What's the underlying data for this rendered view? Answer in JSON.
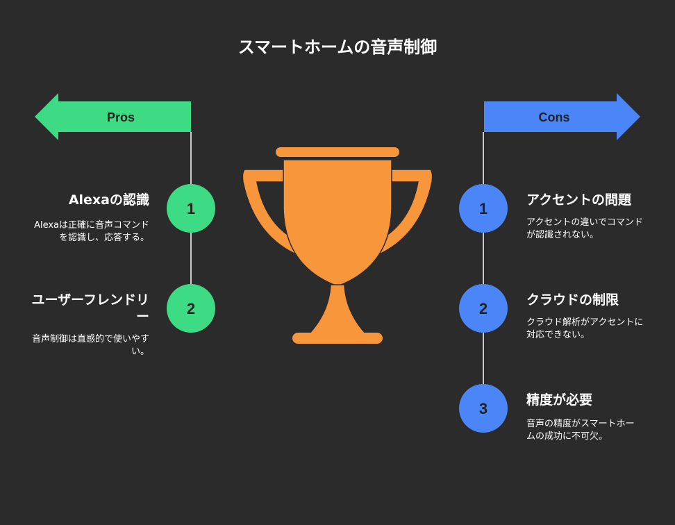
{
  "title": "スマートホームの音声制御",
  "colors": {
    "background": "#2b2b2b",
    "pros": "#3ddc84",
    "cons": "#4a86f7",
    "trophy": "#f7963b",
    "text_dark": "#222222",
    "line": "#ffffff"
  },
  "pros": {
    "label": "Pros",
    "items": [
      {
        "number": "1",
        "title": "Alexaの認識",
        "desc": "Alexaは正確に音声コマンドを認識し、応答する。"
      },
      {
        "number": "2",
        "title": "ユーザーフレンドリー",
        "desc": "音声制御は直感的で使いやすい。"
      }
    ]
  },
  "cons": {
    "label": "Cons",
    "items": [
      {
        "number": "1",
        "title": "アクセントの問題",
        "desc": "アクセントの違いでコマンドが認識されない。"
      },
      {
        "number": "2",
        "title": "クラウドの制限",
        "desc": "クラウド解析がアクセントに対応できない。"
      },
      {
        "number": "3",
        "title": "精度が必要",
        "desc": "音声の精度がスマートホームの成功に不可欠。"
      }
    ]
  },
  "icons": {
    "center": "trophy-icon"
  }
}
